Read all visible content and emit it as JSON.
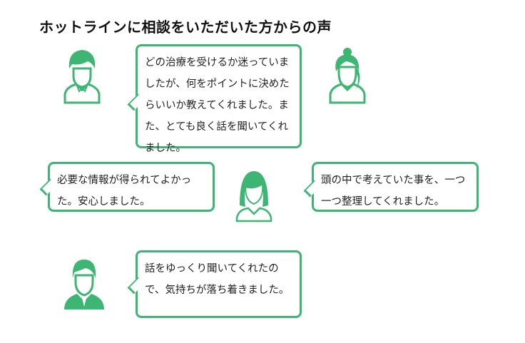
{
  "title": "ホットラインに相談をいただいた方からの声",
  "colors": {
    "accent": "#3db573"
  },
  "testimonials": [
    {
      "text": "どの治療を受けるか迷っていましたが、何をポイントに決めたらいいか教えてくれました。また、とても良く話を聞いてくれました。",
      "avatar": "man-shirt-icon"
    },
    {
      "text": "必要な情報が得られてよかった。安心しました。",
      "avatar": "woman-long-hair-icon"
    },
    {
      "text": "頭の中で考えていた事を、一つ一つ整理してくれました。",
      "avatar": "woman-long-hair-icon"
    },
    {
      "text": "話をゆっくり聞いてくれたので、気持ちが落ち着きました。",
      "avatar": "man-suit-icon"
    }
  ]
}
